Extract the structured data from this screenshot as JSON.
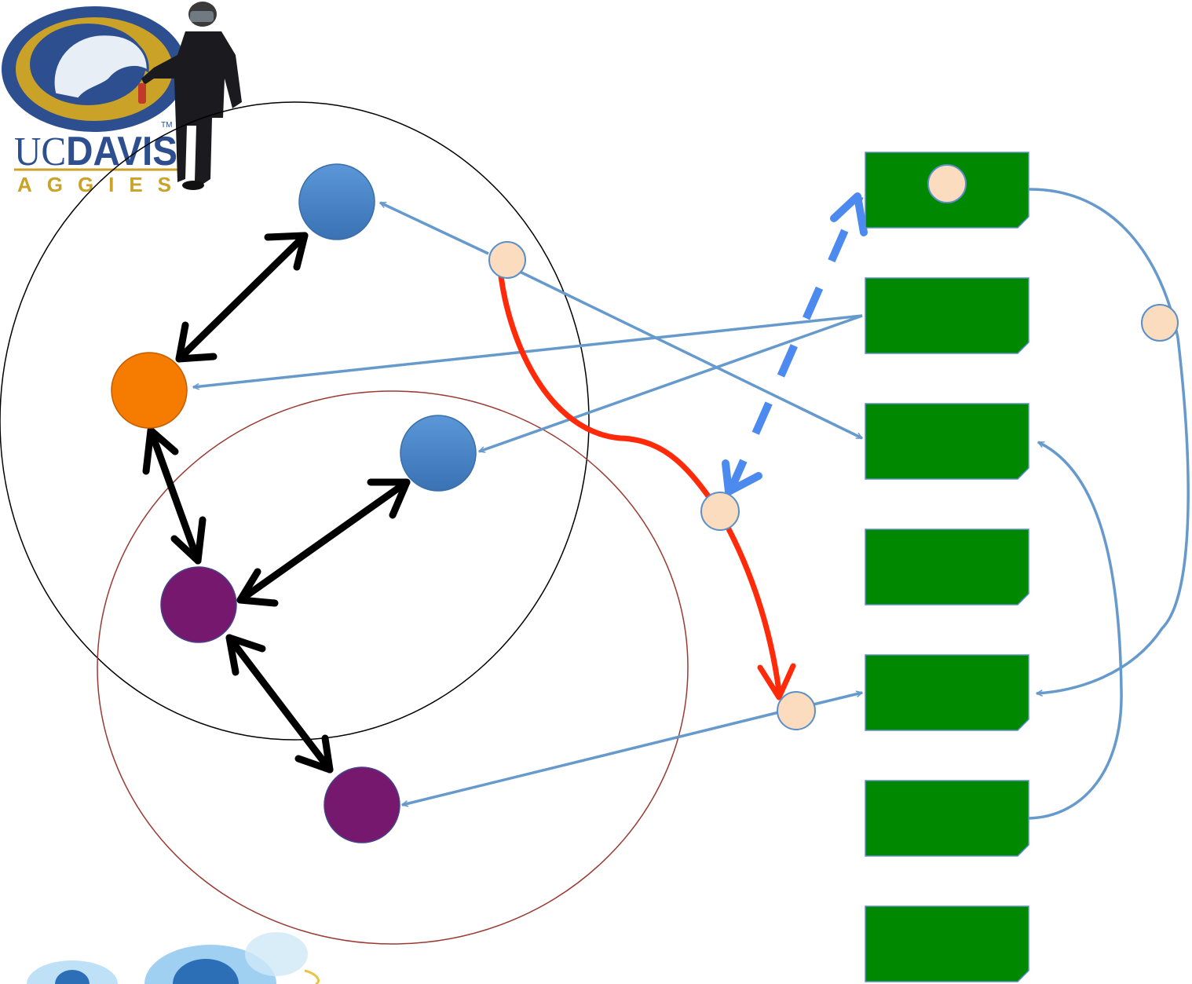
{
  "logo": {
    "word_uc": "UC",
    "word_davis": "DAVIS",
    "word_aggies": "AGGIES",
    "tm": "TM",
    "blue": "#2d4f8f",
    "gold": "#c9a227"
  },
  "colors": {
    "node_blue": "#4a86c8",
    "node_orange": "#f57c00",
    "node_purple": "#76196e",
    "token": "#fbdcbf",
    "block_green": "#008800",
    "link_blue": "#6699cc",
    "dash_blue": "#4d8af0",
    "path_red": "#ff2a0a",
    "edge_black": "#000000",
    "circle_black": "#000000",
    "circle_red": "#9b3a32"
  },
  "diagram": {
    "nodes": [
      {
        "id": "blue-top",
        "color": "blue"
      },
      {
        "id": "orange",
        "color": "orange"
      },
      {
        "id": "blue-mid",
        "color": "blue"
      },
      {
        "id": "purple-mid",
        "color": "purple"
      },
      {
        "id": "purple-bottom",
        "color": "purple"
      }
    ],
    "blocks": 7,
    "tokens": 5
  }
}
